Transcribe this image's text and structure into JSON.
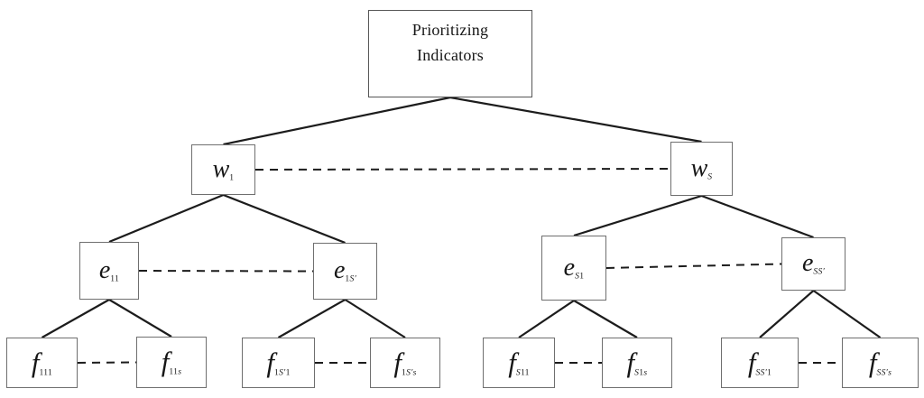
{
  "diagram": {
    "nodes": {
      "root": {
        "lines": [
          "Prioritizing",
          "Indicators"
        ]
      },
      "w1": {
        "base": "w",
        "sub": [
          {
            "t": "1",
            "i": false
          }
        ]
      },
      "wS": {
        "base": "w",
        "sub": [
          {
            "t": "S",
            "i": true
          }
        ]
      },
      "e11": {
        "base": "e",
        "sub": [
          {
            "t": "11",
            "i": false
          }
        ]
      },
      "e1S": {
        "base": "e",
        "sub": [
          {
            "t": "1",
            "i": false
          },
          {
            "t": "S′",
            "i": true
          }
        ]
      },
      "eS1": {
        "base": "e",
        "sub": [
          {
            "t": "S",
            "i": true
          },
          {
            "t": "1",
            "i": false
          }
        ]
      },
      "eSS": {
        "base": "e",
        "sub": [
          {
            "t": "SS′",
            "i": true
          }
        ]
      },
      "f111": {
        "base": "f",
        "sub": [
          {
            "t": "111",
            "i": false
          }
        ]
      },
      "f11s": {
        "base": "f",
        "sub": [
          {
            "t": "11",
            "i": false
          },
          {
            "t": "s",
            "i": true
          }
        ]
      },
      "f1S1": {
        "base": "f",
        "sub": [
          {
            "t": "1",
            "i": false
          },
          {
            "t": "S′",
            "i": true
          },
          {
            "t": "1",
            "i": false
          }
        ]
      },
      "f1Ss": {
        "base": "f",
        "sub": [
          {
            "t": "1",
            "i": false
          },
          {
            "t": "S′s",
            "i": true
          }
        ]
      },
      "fS11": {
        "base": "f",
        "sub": [
          {
            "t": "S",
            "i": true
          },
          {
            "t": "11",
            "i": false
          }
        ]
      },
      "fS1s": {
        "base": "f",
        "sub": [
          {
            "t": "S",
            "i": true
          },
          {
            "t": "1",
            "i": false
          },
          {
            "t": "s",
            "i": true
          }
        ]
      },
      "fSS1": {
        "base": "f",
        "sub": [
          {
            "t": "SS′",
            "i": true
          },
          {
            "t": "1",
            "i": false
          }
        ]
      },
      "fSSs": {
        "base": "f",
        "sub": [
          {
            "t": "SS′s",
            "i": true
          }
        ]
      }
    },
    "edges": [
      {
        "from": "root",
        "to": "w1",
        "style": "solid"
      },
      {
        "from": "root",
        "to": "wS",
        "style": "solid"
      },
      {
        "from": "w1",
        "to": "e11",
        "style": "solid"
      },
      {
        "from": "w1",
        "to": "e1S",
        "style": "solid"
      },
      {
        "from": "wS",
        "to": "eS1",
        "style": "solid"
      },
      {
        "from": "wS",
        "to": "eSS",
        "style": "solid"
      },
      {
        "from": "e11",
        "to": "f111",
        "style": "solid"
      },
      {
        "from": "e11",
        "to": "f11s",
        "style": "solid"
      },
      {
        "from": "e1S",
        "to": "f1S1",
        "style": "solid"
      },
      {
        "from": "e1S",
        "to": "f1Ss",
        "style": "solid"
      },
      {
        "from": "eS1",
        "to": "fS11",
        "style": "solid"
      },
      {
        "from": "eS1",
        "to": "fS1s",
        "style": "solid"
      },
      {
        "from": "eSS",
        "to": "fSS1",
        "style": "solid"
      },
      {
        "from": "eSS",
        "to": "fSSs",
        "style": "solid"
      },
      {
        "from": "w1",
        "to": "wS",
        "style": "dashed"
      },
      {
        "from": "e11",
        "to": "e1S",
        "style": "dashed"
      },
      {
        "from": "eS1",
        "to": "eSS",
        "style": "dashed"
      },
      {
        "from": "f111",
        "to": "f11s",
        "style": "dashed"
      },
      {
        "from": "f1S1",
        "to": "f1Ss",
        "style": "dashed"
      },
      {
        "from": "fS11",
        "to": "fS1s",
        "style": "dashed"
      },
      {
        "from": "fSS1",
        "to": "fSSs",
        "style": "dashed"
      }
    ],
    "colors": {
      "line": "#1c1c1c",
      "box_border": "#6f6f6f",
      "root_border": "#565656",
      "text": "#161616",
      "background": "#ffffff"
    }
  }
}
